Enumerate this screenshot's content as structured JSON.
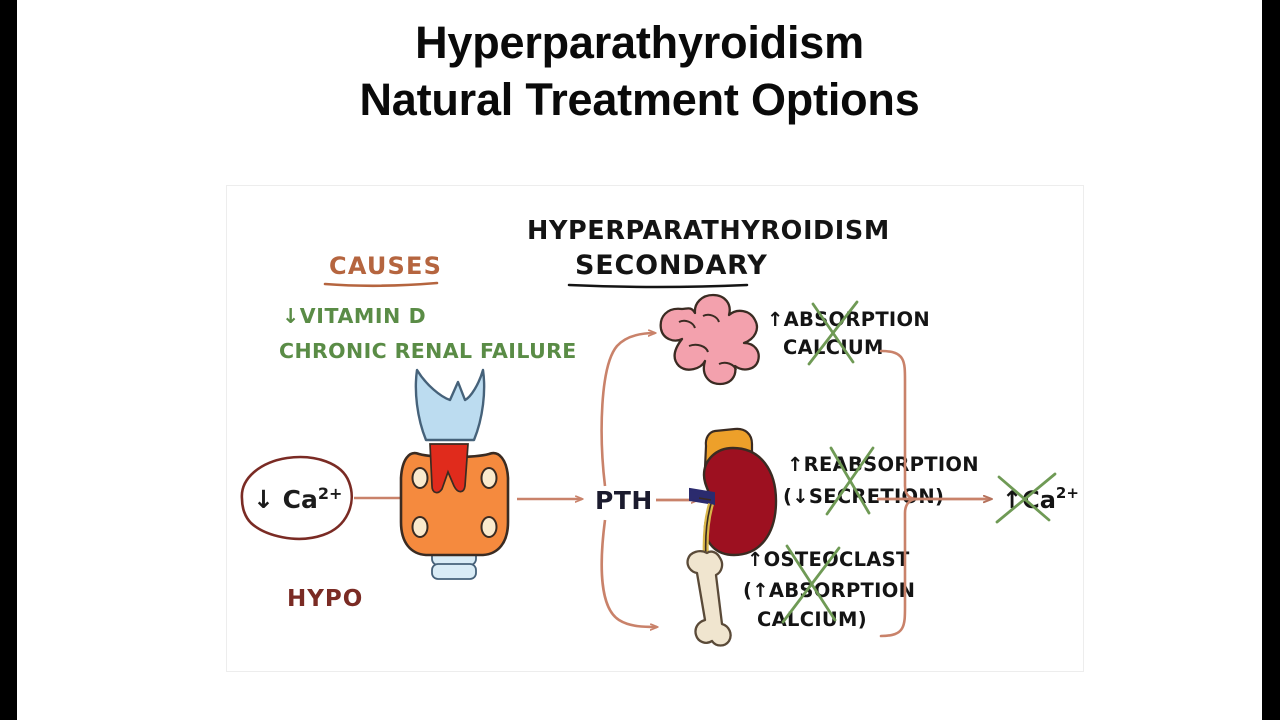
{
  "page": {
    "background_color": "#ffffff",
    "letterbox_color": "#000000"
  },
  "title": {
    "line1": "Hyperparathyroidism",
    "line2": "Natural Treatment Options",
    "color": "#0a0a0a"
  },
  "figure": {
    "heading": {
      "line1": "HYPERPARATHYROIDISM",
      "line2": "SECONDARY",
      "color": "#111111",
      "underlined_line": "SECONDARY"
    },
    "causes": {
      "heading": "CAUSES",
      "heading_color": "#b5653f",
      "items_color": "#5a8c46",
      "items": [
        "↓VITAMIN  D",
        "CHRONIC RENAL FAILURE"
      ]
    },
    "trigger": {
      "oval_label": "↓ Ca",
      "oval_label_sup": "2+",
      "oval_color": "#7a2b24",
      "caption": "HYPO",
      "caption_color": "#7a2b24"
    },
    "gland": {
      "name": "parathyroid-thyroid-gland",
      "body_color": "#f58a3e",
      "cartilage_color": "#bcdcf0",
      "center_color": "#e02b1c",
      "nodule_color": "#faeacd",
      "trachea_color": "#d9ecf6"
    },
    "hormone": {
      "label": "PTH",
      "color": "#1b1b2e"
    },
    "effects": [
      {
        "organ": "intestine",
        "organ_color": "#f3a1ad",
        "lines": [
          "↑ABSORPTION",
          "CALCIUM"
        ],
        "crossed_out": true
      },
      {
        "organ": "kidney",
        "organ_color": "#9d1020",
        "lines": [
          "↑REABSORPTION",
          "(↓SECRETION)"
        ],
        "crossed_out": true
      },
      {
        "organ": "bone",
        "organ_color": "#f0e5cf",
        "lines": [
          "↑OSTEOCLAST",
          "(↑ABSORPTION",
          "CALCIUM)"
        ],
        "crossed_out": true
      }
    ],
    "outcome": {
      "label": "↑Ca",
      "label_sup": "2+",
      "color": "#111111",
      "crossed_out": true
    },
    "colors": {
      "arrow": "#c9826a",
      "cross_out": "#6f9a55",
      "outline": "#3a2b22"
    }
  }
}
